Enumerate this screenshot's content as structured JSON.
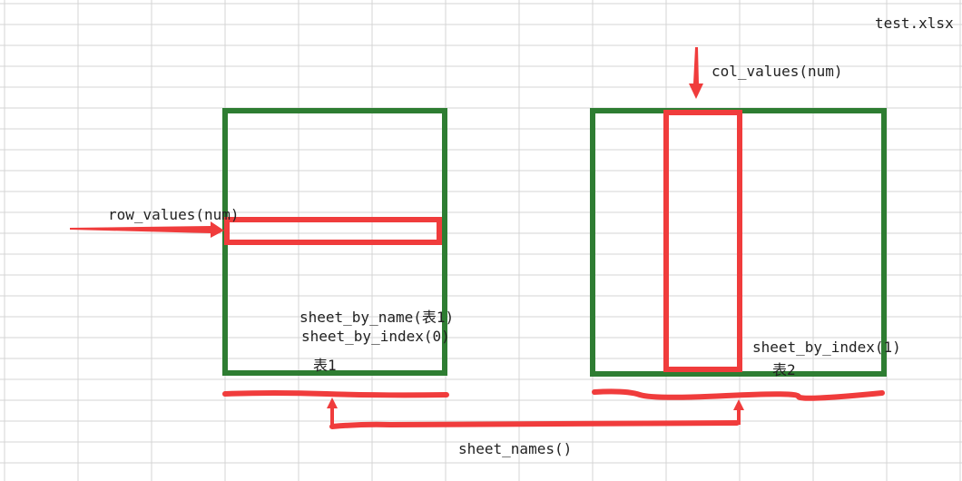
{
  "file_name": "test.xlsx",
  "labels": {
    "col_values": "col_values(num)",
    "row_values": "row_values(num)",
    "sheet_by_name": "sheet_by_name(表1)",
    "sheet_by_index_0": "sheet_by_index(0)",
    "sheet1": "表1",
    "sheet_by_index_1": "sheet_by_index(1)",
    "sheet2": "表2",
    "sheet_names": "sheet_names()"
  },
  "colors": {
    "grid": "#d4d4d4",
    "sheet_border": "#2e7d32",
    "highlight": "#f03c3c",
    "text": "#222222"
  }
}
